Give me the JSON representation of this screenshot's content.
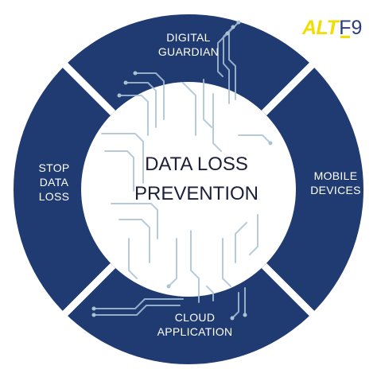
{
  "logo": {
    "brand_alt": "ALT",
    "brand_f9": "F9"
  },
  "center": {
    "title": "DATA LOSS\nPREVENTION"
  },
  "segments": [
    {
      "label": "DIGITAL\nGUARDIAN"
    },
    {
      "label": "MOBILE\nDEVICES"
    },
    {
      "label": "CLOUD\nAPPLICATION"
    },
    {
      "label": "STOP\nDATA\nLOSS"
    }
  ],
  "colors": {
    "ring": "#203b71",
    "circuit": "#a9c3d6",
    "text_dark": "#1b1f3a",
    "logo_yellow": "#f2dd00",
    "logo_blue": "#2b3d80"
  }
}
